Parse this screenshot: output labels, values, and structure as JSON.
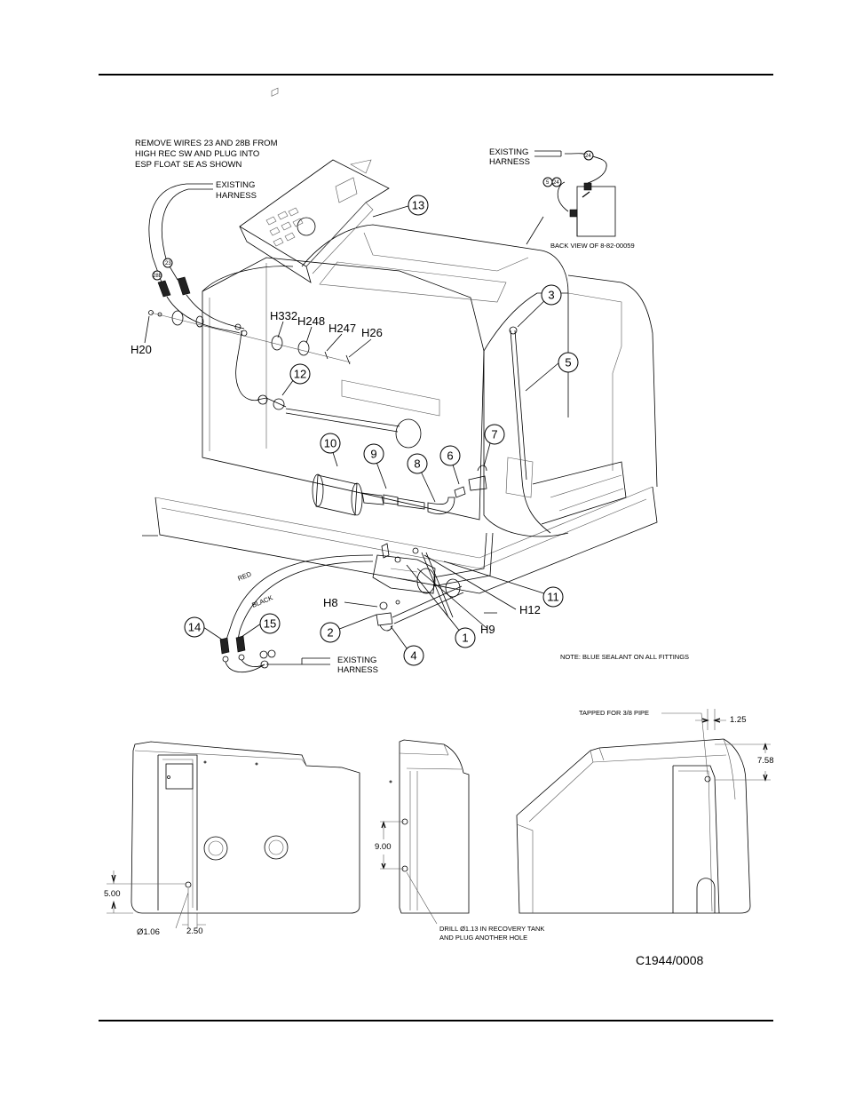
{
  "notes": {
    "remove_wires_1": "REMOVE WIRES 23 AND  28B FROM",
    "remove_wires_2": "HIGH REC SW AND PLUG INTO",
    "remove_wires_3": "ESP FLOAT SE AS SHOWN",
    "existing": "EXISTING",
    "harness": "HARNESS",
    "back_view": "BACK VIEW OF 8-82-00059",
    "blue_sealant": "NOTE:  BLUE SEALANT ON ALL FITTINGS",
    "tapped": "TAPPED FOR 3/8 PIPE",
    "drill_1": "DRILL Ø1.13 IN RECOVERY TANK",
    "drill_2": "AND PLUG ANOTHER HOLE"
  },
  "wires": {
    "red": "RED",
    "black": "BLACK",
    "w23": "23",
    "w28b": "28B",
    "w24": "24",
    "w5": "5"
  },
  "callouts": [
    "1",
    "2",
    "3",
    "4",
    "5",
    "6",
    "7",
    "8",
    "9",
    "10",
    "11",
    "12",
    "13",
    "14",
    "15"
  ],
  "hardware": {
    "h20": "H20",
    "h332": "H332",
    "h248": "H248",
    "h247": "H247",
    "h26": "H26",
    "h8": "H8",
    "h9": "H9",
    "h12": "H12"
  },
  "dimensions": {
    "d500": "5.00",
    "d106": "Ø1.06",
    "d250": "2.50",
    "d900": "9.00",
    "d125": "1.25",
    "d758": "7.58"
  },
  "drawing_number": "C1944/0008"
}
